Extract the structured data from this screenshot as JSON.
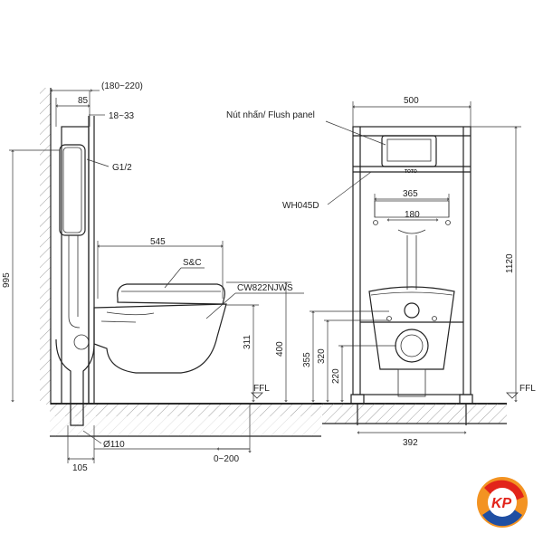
{
  "side_view": {
    "dimensions": {
      "wall_gap_range": "(180~220)",
      "frame_depth": "85",
      "panel_offset": "18~33",
      "inlet": "G1/2",
      "total_height": "995",
      "bowl_length": "545",
      "seat_label": "S&C",
      "bowl_model": "CW822NJWS",
      "bowl_height": "311",
      "rim_height": "400",
      "floor_label": "FFL",
      "bottom_offset": "105",
      "drain_diameter": "Ø110",
      "drain_range": "0~200"
    }
  },
  "front_view": {
    "dimensions": {
      "frame_width": "500",
      "flush_panel_label": "Nút nhấn/ Flush panel",
      "frame_model": "WH045D",
      "inner_width": "365",
      "bolt_spacing": "180",
      "frame_height": "1120",
      "height_355": "355",
      "height_320": "320",
      "height_220": "220",
      "floor_label": "FFL",
      "foot_width": "392"
    },
    "panel_brand": "TOTO"
  },
  "logo": {
    "text": "KP",
    "colors": {
      "orange": "#f39322",
      "red": "#e2231a",
      "blue": "#1f4fa3"
    }
  }
}
